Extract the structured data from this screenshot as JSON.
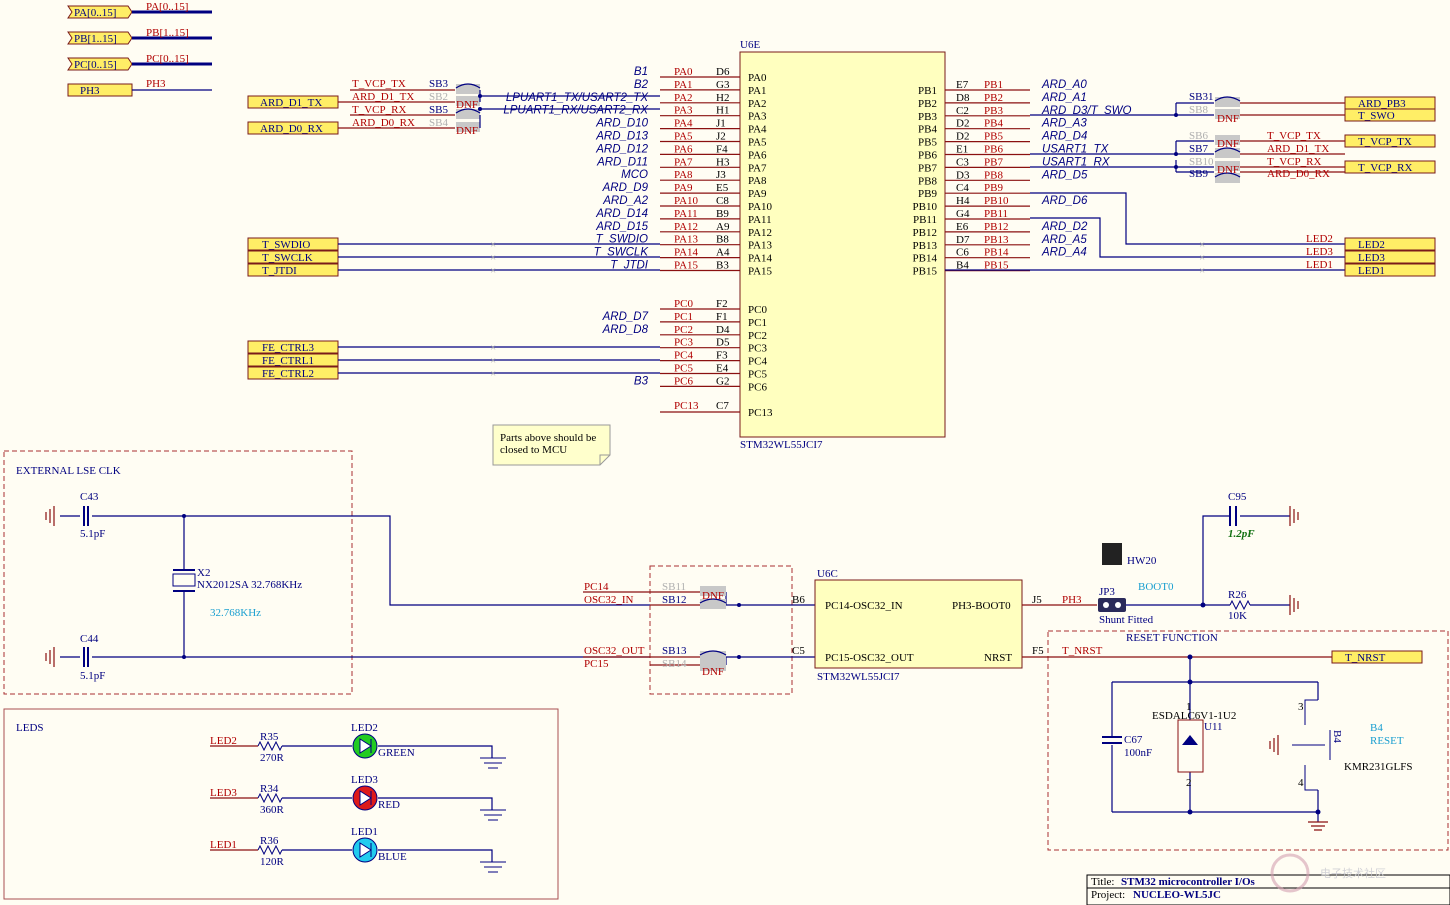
{
  "ports_top": [
    "PA[0..15]",
    "PB[1..15]",
    "PC[0..15]",
    "PH3"
  ],
  "bus_labels": [
    "PA[0..15]",
    "PB[1..15]",
    "PC[0..15]",
    "PH3"
  ],
  "u6e": {
    "ref": "U6E",
    "part": "STM32WL55JCI7"
  },
  "left_pins": [
    {
      "net": "B1",
      "sig": "PA0",
      "ball": "D6",
      "pin": "PA0"
    },
    {
      "net": "B2",
      "sig": "PA1",
      "ball": "G3",
      "pin": "PA1"
    },
    {
      "net": "LPUART1_TX/USART2_TX",
      "sig": "PA2",
      "ball": "H2",
      "pin": "PA2"
    },
    {
      "net": "LPUART1_RX/USART2_RX",
      "sig": "PA3",
      "ball": "H1",
      "pin": "PA3"
    },
    {
      "net": "ARD_D10",
      "sig": "PA4",
      "ball": "J1",
      "pin": "PA4"
    },
    {
      "net": "ARD_D13",
      "sig": "PA5",
      "ball": "J2",
      "pin": "PA5"
    },
    {
      "net": "ARD_D12",
      "sig": "PA6",
      "ball": "F4",
      "pin": "PA6"
    },
    {
      "net": "ARD_D11",
      "sig": "PA7",
      "ball": "H3",
      "pin": "PA7"
    },
    {
      "net": "MCO",
      "sig": "PA8",
      "ball": "J3",
      "pin": "PA8"
    },
    {
      "net": "ARD_D9",
      "sig": "PA9",
      "ball": "E5",
      "pin": "PA9"
    },
    {
      "net": "ARD_A2",
      "sig": "PA10",
      "ball": "C8",
      "pin": "PA10"
    },
    {
      "net": "ARD_D14",
      "sig": "PA11",
      "ball": "B9",
      "pin": "PA11"
    },
    {
      "net": "ARD_D15",
      "sig": "PA12",
      "ball": "A9",
      "pin": "PA12"
    },
    {
      "net": "T_SWDIO",
      "sig": "PA13",
      "ball": "B8",
      "pin": "PA13"
    },
    {
      "net": "T_SWCLK",
      "sig": "PA14",
      "ball": "A4",
      "pin": "PA14"
    },
    {
      "net": "T_JTDI",
      "sig": "PA15",
      "ball": "B3",
      "pin": "PA15"
    }
  ],
  "left_pins_c": [
    {
      "net": "",
      "sig": "PC0",
      "ball": "F2",
      "pin": "PC0"
    },
    {
      "net": "ARD_D7",
      "sig": "PC1",
      "ball": "F1",
      "pin": "PC1"
    },
    {
      "net": "ARD_D8",
      "sig": "PC2",
      "ball": "D4",
      "pin": "PC2"
    },
    {
      "net": "",
      "sig": "PC3",
      "ball": "D5",
      "pin": "PC3"
    },
    {
      "net": "",
      "sig": "PC4",
      "ball": "F3",
      "pin": "PC4"
    },
    {
      "net": "",
      "sig": "PC5",
      "ball": "E4",
      "pin": "PC5"
    },
    {
      "net": "B3",
      "sig": "PC6",
      "ball": "G2",
      "pin": "PC6"
    }
  ],
  "pc13": {
    "sig": "PC13",
    "ball": "C7",
    "pin": "PC13"
  },
  "right_pins": [
    {
      "pin": "PB1",
      "ball": "E7",
      "sig": "PB1",
      "net": "ARD_A0"
    },
    {
      "pin": "PB2",
      "ball": "D8",
      "sig": "PB2",
      "net": "ARD_A1"
    },
    {
      "pin": "PB3",
      "ball": "C2",
      "sig": "PB3",
      "net": "ARD_D3/T_SWO"
    },
    {
      "pin": "PB4",
      "ball": "D2",
      "sig": "PB4",
      "net": "ARD_A3"
    },
    {
      "pin": "PB5",
      "ball": "D2",
      "sig": "PB5",
      "net": "ARD_D4"
    },
    {
      "pin": "PB6",
      "ball": "E1",
      "sig": "PB6",
      "net": "USART1_TX"
    },
    {
      "pin": "PB7",
      "ball": "C3",
      "sig": "PB7",
      "net": "USART1_RX"
    },
    {
      "pin": "PB8",
      "ball": "D3",
      "sig": "PB8",
      "net": "ARD_D5"
    },
    {
      "pin": "PB9",
      "ball": "C4",
      "sig": "PB9",
      "net": ""
    },
    {
      "pin": "PB10",
      "ball": "H4",
      "sig": "PB10",
      "net": "ARD_D6"
    },
    {
      "pin": "PB11",
      "ball": "G4",
      "sig": "PB11",
      "net": ""
    },
    {
      "pin": "PB12",
      "ball": "E6",
      "sig": "PB12",
      "net": "ARD_D2"
    },
    {
      "pin": "PB13",
      "ball": "D7",
      "sig": "PB13",
      "net": "ARD_A5"
    },
    {
      "pin": "PB14",
      "ball": "C6",
      "sig": "PB14",
      "net": "ARD_A4"
    },
    {
      "pin": "PB15",
      "ball": "B4",
      "sig": "PB15",
      "net": ""
    }
  ],
  "ports_left": [
    "ARD_D1_TX",
    "ARD_D0_RX",
    "T_SWDIO",
    "T_SWCLK",
    "T_JTDI",
    "FE_CTRL3",
    "FE_CTRL1",
    "FE_CTRL2"
  ],
  "sb_left": {
    "t_vcp_tx": "T_VCP_TX",
    "ard_d1_tx": "ARD_D1_TX",
    "t_vcp_rx": "T_VCP_RX",
    "ard_d0_rx": "ARD_D0_RX",
    "sb3": "SB3",
    "sb2": "SB2",
    "sb5": "SB5",
    "sb4": "SB4",
    "dnf": "DNF"
  },
  "ports_right": [
    "ARD_PB3",
    "T_SWO",
    "T_VCP_TX",
    "T_VCP_RX",
    "LED2",
    "LED3",
    "LED1"
  ],
  "sb_right": {
    "sb31": "SB31",
    "sb8": "SB8",
    "sb6": "SB6",
    "sb7": "SB7",
    "sb10": "SB10",
    "sb9": "SB9",
    "t_vcp_tx": "T_VCP_TX",
    "ard_d1_tx": "ARD_D1_TX",
    "t_vcp_rx": "T_VCP_RX",
    "ard_d0_rx": "ARD_D0_RX",
    "dnf": "DNF"
  },
  "led_nets": [
    "LED2",
    "LED3",
    "LED1"
  ],
  "note": "Parts above should be closed to MCU",
  "lse": {
    "title": "EXTERNAL LSE CLK",
    "c43": "C43",
    "c43v": "5.1pF",
    "c44": "C44",
    "c44v": "5.1pF",
    "x2": "X2",
    "x2p": "NX2012SA 32.768KHz",
    "freq": "32.768KHz"
  },
  "u6c": {
    "ref": "U6C",
    "part": "STM32WL55JCI7",
    "pin1": "PC14-OSC32_IN",
    "pin2": "PC15-OSC32_OUT",
    "pin3": "PH3-BOOT0",
    "pin4": "NRST",
    "b1": "B6",
    "b2": "C5",
    "b3": "J5",
    "b4": "F5"
  },
  "osc_nets": {
    "pc14": "PC14",
    "osc_in": "OSC32_IN",
    "osc_out": "OSC32_OUT",
    "pc15": "PC15",
    "sb11": "SB11",
    "sb12": "SB12",
    "sb13": "SB13",
    "sb14": "SB14",
    "dnf": "DNF"
  },
  "boot": {
    "ph3": "PH3",
    "jp3": "JP3",
    "shunt": "Shunt Fitted",
    "hw20": "HW20",
    "boot0": "BOOT0",
    "c95": "C95",
    "c95v": "1.2pF",
    "r26": "R26",
    "r26v": "10K"
  },
  "reset": {
    "title": "RESET FUNCTION",
    "net": "T_NRST",
    "port": "T_NRST",
    "c67": "C67",
    "c67v": "100nF",
    "esd": "ESDALC6V1-1U2",
    "u11": "U11",
    "b4": "B4",
    "b4n": "RESET",
    "b4p": "KMR231GLFS",
    "p1": "1",
    "p2": "2",
    "p3": "3",
    "p4": "4"
  },
  "leds": {
    "title": "LEDS",
    "rows": [
      {
        "net": "LED2",
        "r": "R35",
        "rv": "270R",
        "d": "LED2",
        "col": "GREEN",
        "fill": "#22cc22"
      },
      {
        "net": "LED3",
        "r": "R34",
        "rv": "360R",
        "d": "LED3",
        "col": "RED",
        "fill": "#dd1a1a"
      },
      {
        "net": "LED1",
        "r": "R36",
        "rv": "120R",
        "d": "LED1",
        "col": "BLUE",
        "fill": "#22ccee"
      }
    ]
  },
  "title_block": {
    "title_label": "Title:",
    "title": "STM32 microcontroller I/Os",
    "project_label": "Project:",
    "project": "NUCLEO-WL5JC"
  },
  "watermark": "电子技术社区"
}
